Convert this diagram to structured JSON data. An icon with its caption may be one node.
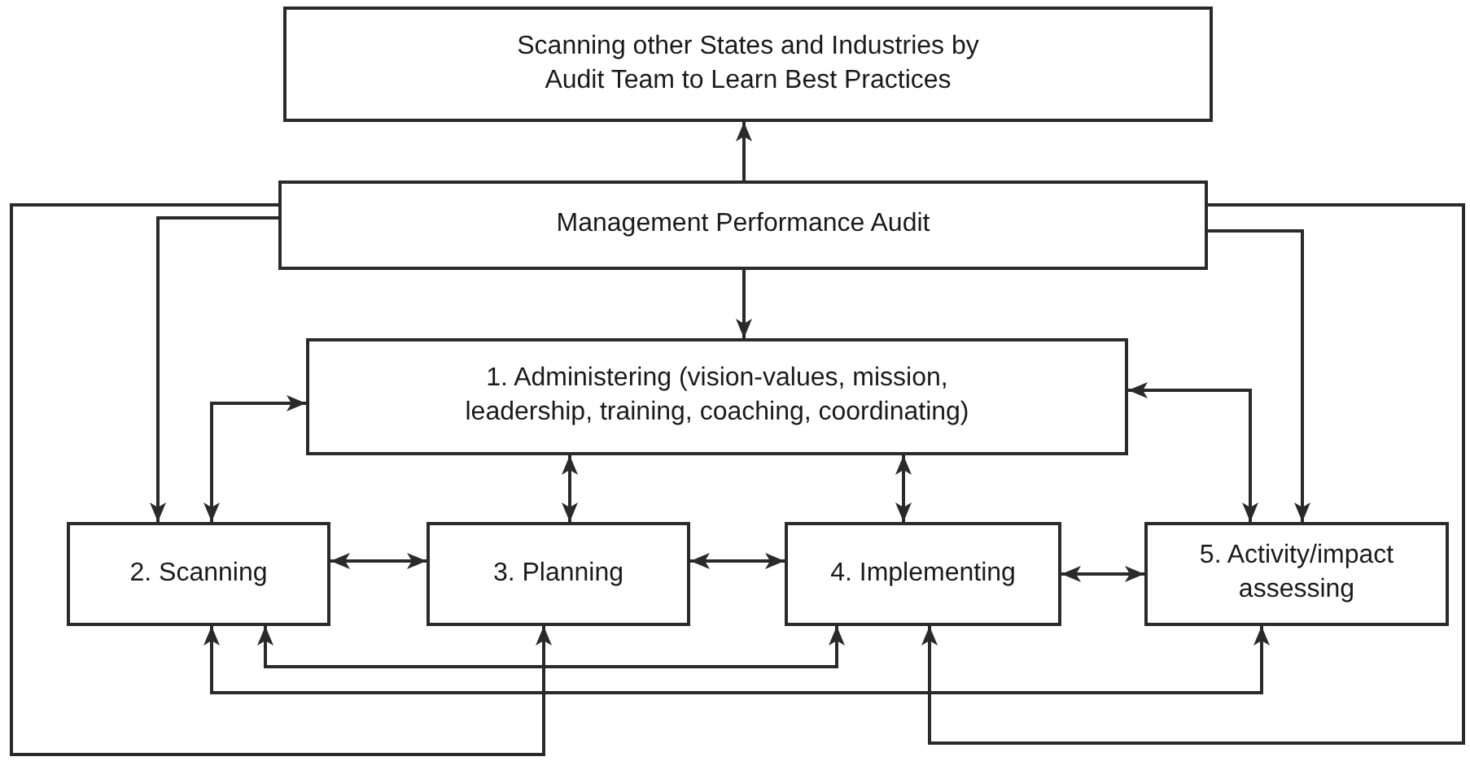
{
  "diagram": {
    "nodes": [
      {
        "text": [
          "Scanning other States and Industries by Audit Team to Learn Best Practices"
        ]
      },
      {
        "text": [
          "Management Performance Audit"
        ]
      },
      {
        "text": [
          "1. Administering (vision-values, mission, leadership, training, coaching, coordinating)"
        ]
      },
      {
        "text": [
          "2. Scanning"
        ]
      },
      {
        "text": [
          "3. Planning"
        ]
      },
      {
        "text": [
          "4. Implementing"
        ]
      },
      {
        "text": [
          "5. Activity/impact assessing"
        ]
      }
    ],
    "edges": [
      {
        "from": 1,
        "to": 0,
        "arrow": "to"
      },
      {
        "from": 1,
        "to": 2,
        "arrow": "to"
      },
      {
        "from": 1,
        "to": 3,
        "arrow": "to"
      },
      {
        "from": 1,
        "to": 4,
        "arrow": "to"
      },
      {
        "from": 1,
        "to": 6,
        "arrow": "to"
      },
      {
        "from": 1,
        "to": 5,
        "arrow": "to"
      },
      {
        "from": 2,
        "to": 3,
        "arrow": "both"
      },
      {
        "from": 2,
        "to": 4,
        "arrow": "both"
      },
      {
        "from": 2,
        "to": 5,
        "arrow": "both"
      },
      {
        "from": 2,
        "to": 6,
        "arrow": "both"
      },
      {
        "from": 3,
        "to": 4,
        "arrow": "both"
      },
      {
        "from": 4,
        "to": 5,
        "arrow": "both"
      },
      {
        "from": 5,
        "to": 6,
        "arrow": "both"
      },
      {
        "from": 3,
        "to": 5,
        "arrow": "both"
      },
      {
        "from": 3,
        "to": 6,
        "arrow": "both"
      }
    ]
  }
}
